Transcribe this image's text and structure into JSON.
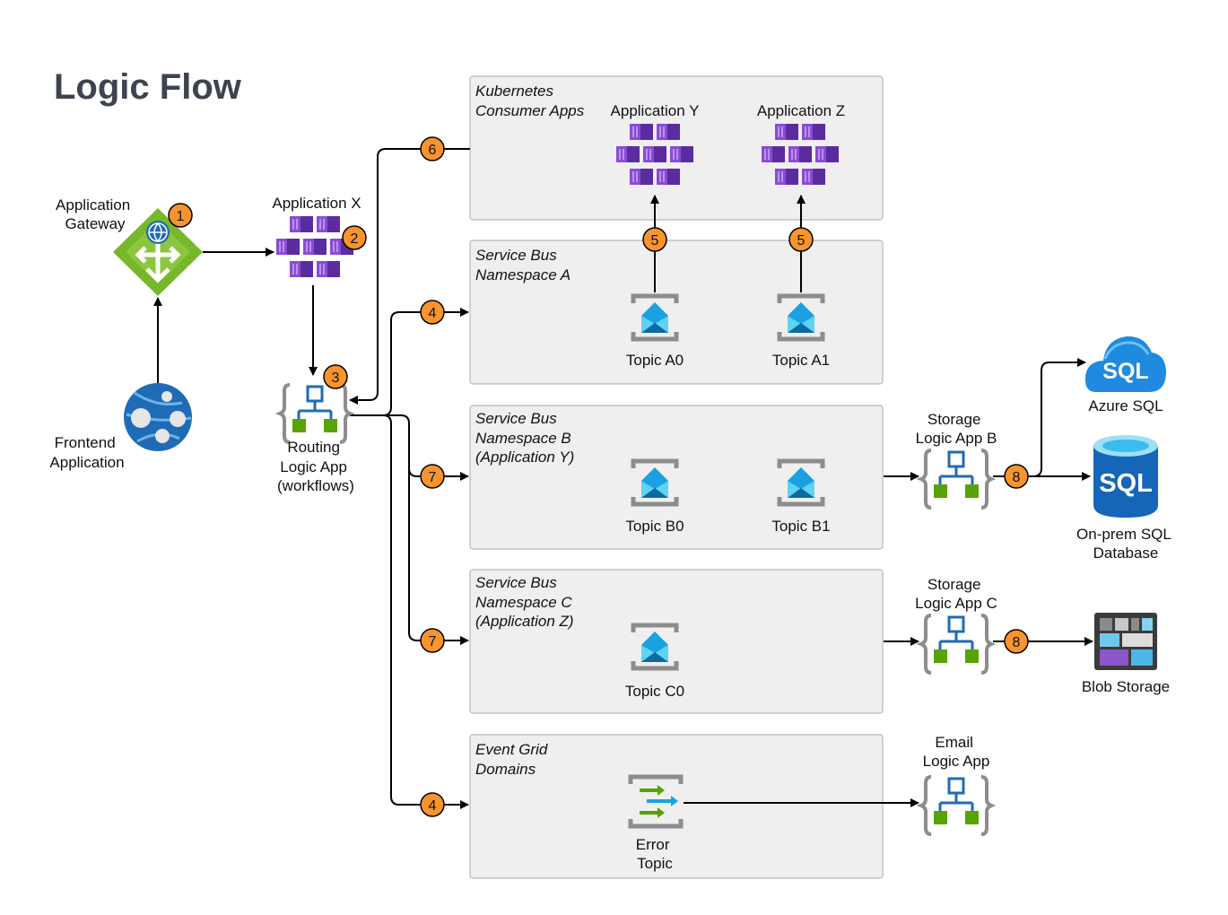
{
  "title": "Logic Flow",
  "nodes": {
    "app_gateway": [
      "Application",
      "Gateway"
    ],
    "frontend": [
      "Frontend",
      "Application"
    ],
    "app_x": [
      "Application X"
    ],
    "routing": [
      "Routing",
      "Logic App",
      "(workflows)"
    ],
    "app_y": [
      "Application Y"
    ],
    "app_z": [
      "Application Z"
    ],
    "topic_a0": [
      "Topic A0"
    ],
    "topic_a1": [
      "Topic A1"
    ],
    "topic_b0": [
      "Topic B0"
    ],
    "topic_b1": [
      "Topic B1"
    ],
    "topic_c0": [
      "Topic C0"
    ],
    "error_topic": [
      "Error",
      "Topic"
    ],
    "storage_b": [
      "Storage",
      "Logic App B"
    ],
    "storage_c": [
      "Storage",
      "Logic App C"
    ],
    "email": [
      "Email",
      "Logic App"
    ],
    "azure_sql": [
      "Azure SQL"
    ],
    "onprem_sql": [
      "On-prem SQL",
      "Database"
    ],
    "blob": [
      "Blob Storage"
    ]
  },
  "groups": {
    "kubernetes": [
      "Kubernetes",
      "Consumer Apps"
    ],
    "sb_a": [
      "Service Bus",
      "Namespace A"
    ],
    "sb_b": [
      "Service Bus",
      "Namespace B",
      "(Application Y)"
    ],
    "sb_c": [
      "Service Bus",
      "Namespace C",
      "(Application Z)"
    ],
    "event_grid": [
      "Event Grid",
      "Domains"
    ]
  },
  "steps": {
    "s1": "1",
    "s2": "2",
    "s3": "3",
    "s4a": "4",
    "s4b": "4",
    "s5a": "5",
    "s5b": "5",
    "s6": "6",
    "s7a": "7",
    "s7b": "7",
    "s8a": "8",
    "s8b": "8"
  },
  "icon_text": {
    "sql": "SQL"
  },
  "colors": {
    "step": "#f7942e",
    "gateway": "#76b82a",
    "kubernetes": "#7a3fc4",
    "service_bus": "#1ba1e2",
    "logic_app": "#1f6bb5",
    "group_bg": "#efefef",
    "title": "#3d4450"
  }
}
